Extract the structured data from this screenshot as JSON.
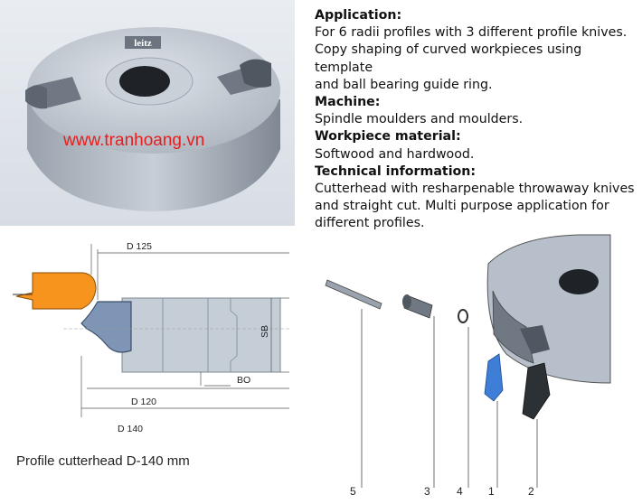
{
  "photo": {
    "watermark": "www.tranhoang.vn",
    "brand_label": "leitz"
  },
  "info": {
    "sections": [
      {
        "heading": "Application:",
        "text": "For 6 radii profiles with 3 different profile knives.\nCopy shaping of curved workpieces using template\nand ball bearing guide ring."
      },
      {
        "heading": "Machine:",
        "text": "Spindle moulders and moulders."
      },
      {
        "heading": "Workpiece material:",
        "text": "Softwood and hardwood."
      },
      {
        "heading": "Technical information:",
        "text": "Cutterhead with resharpenable throwaway knives\nand straight cut. Multi purpose application for\ndifferent profiles."
      }
    ]
  },
  "profile": {
    "d125": "D 125",
    "d120": "D 120",
    "d140": "D 140",
    "bo": "BO",
    "sb": "SB",
    "caption": "Profile cutterhead D-140 mm"
  },
  "parts": {
    "labels": [
      "5",
      "3",
      "4",
      "1",
      "2"
    ]
  },
  "colors": {
    "workpiece_orange": "#f7941d",
    "knife_blue": "#7f95b5",
    "body_grey": "#c5ced6",
    "photo_bg": "#dfe4ea"
  }
}
